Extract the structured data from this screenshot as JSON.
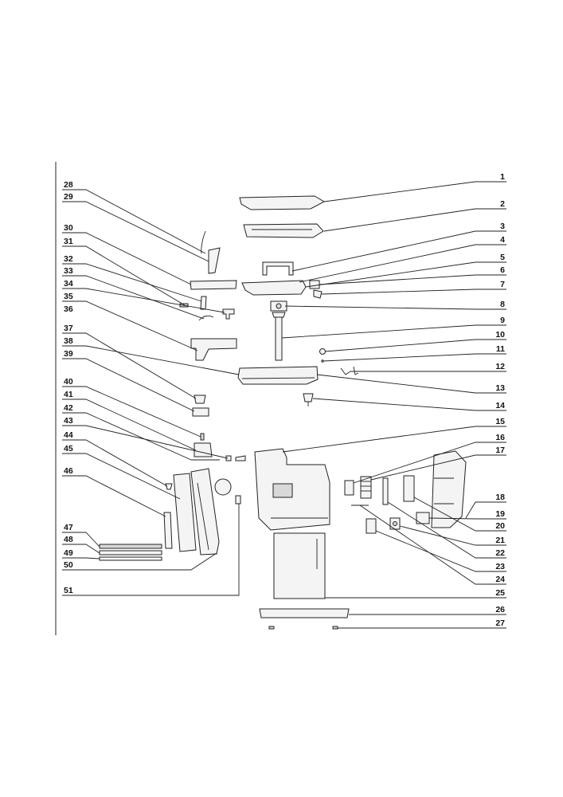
{
  "diagram": {
    "kind": "exploded-parts-view",
    "right_callouts": [
      "1",
      "2",
      "3",
      "4",
      "5",
      "6",
      "7",
      "8",
      "9",
      "10",
      "11",
      "12",
      "13",
      "14",
      "15",
      "16",
      "17",
      "18",
      "19",
      "20",
      "21",
      "22",
      "23",
      "24",
      "25",
      "26",
      "27"
    ],
    "left_callouts": [
      "28",
      "29",
      "30",
      "31",
      "32",
      "33",
      "34",
      "35",
      "36",
      "37",
      "38",
      "39",
      "40",
      "41",
      "42",
      "43",
      "44",
      "45",
      "46",
      "47",
      "48",
      "49",
      "50",
      "51"
    ],
    "colors": {
      "line": "#222222",
      "text": "#111111",
      "background": "#ffffff"
    }
  }
}
